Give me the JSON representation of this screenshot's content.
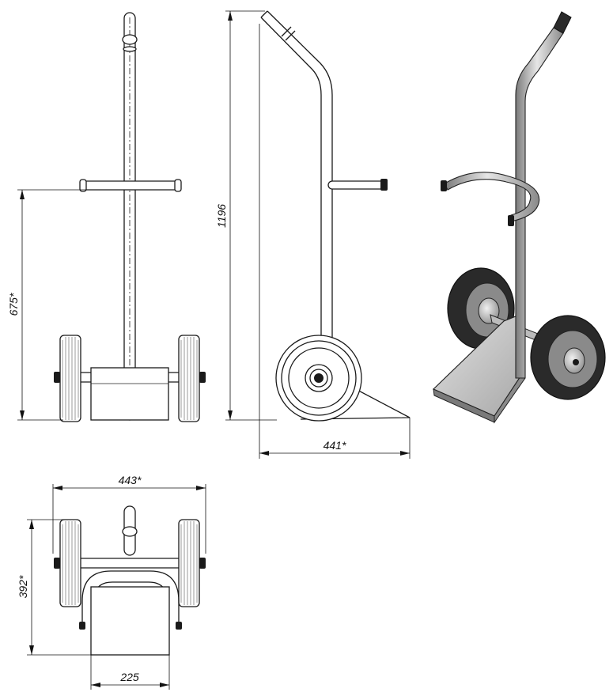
{
  "dimensions": {
    "overall_height": "1196",
    "grip_height": "675*",
    "side_depth": "441*",
    "top_width": "443*",
    "top_depth": "392*",
    "plate_width": "225"
  },
  "colors": {
    "line": "#1a1a1a",
    "background": "#ffffff",
    "iso_metal_light": "#d9d9d9",
    "iso_metal_mid": "#a6a6a6",
    "iso_metal_dark": "#6e6e6e",
    "iso_tyre": "#2a2a2a"
  },
  "views": [
    "front-view",
    "side-view",
    "isometric-view",
    "top-view"
  ]
}
